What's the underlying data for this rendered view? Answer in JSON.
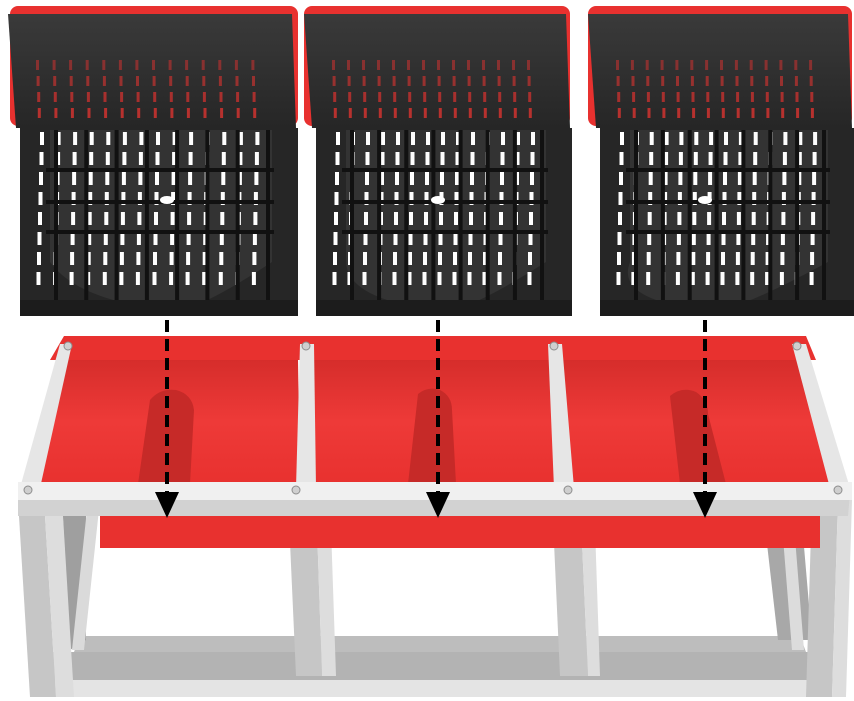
{
  "diagram": {
    "kind": "assembly-illustration",
    "bay_count": 3,
    "insert_arrow_count": 3,
    "colors": {
      "background": "#ffffff",
      "grate_dark": "#262626",
      "grate_mid": "#333333",
      "grate_slot": "#ffffff",
      "grate_rear_slot": "#d0322f",
      "tray_red": "#e8312f",
      "tray_red_dark": "#c32826",
      "frame_light": "#e7e7e7",
      "frame_mid": "#c9c9c9",
      "frame_dark": "#a9a9a9",
      "arrow": "#000000"
    }
  }
}
